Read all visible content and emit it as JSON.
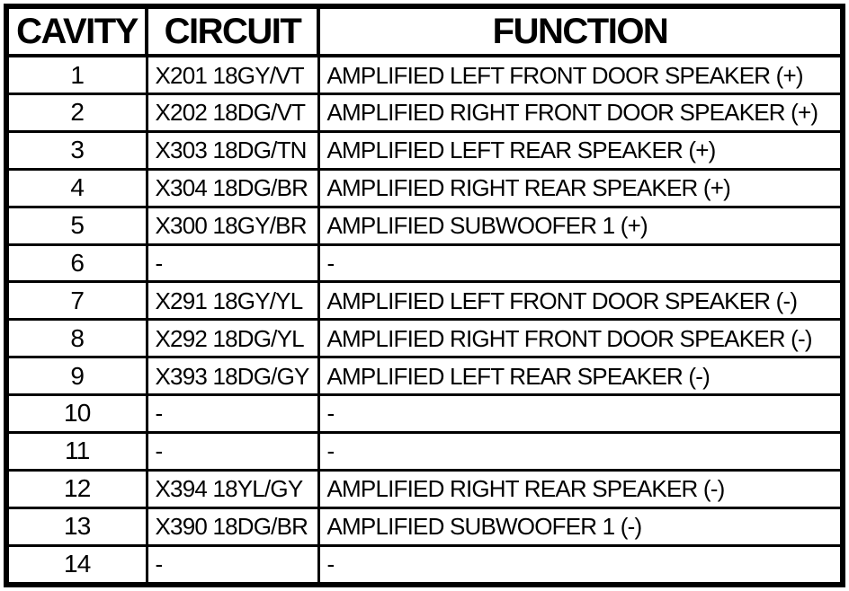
{
  "table": {
    "name": "connector-pinout-table",
    "columns": [
      "CAVITY",
      "CIRCUIT",
      "FUNCTION"
    ],
    "rows": [
      {
        "cavity": "1",
        "circuit": "X201 18GY/VT",
        "function": "AMPLIFIED LEFT FRONT DOOR SPEAKER (+)"
      },
      {
        "cavity": "2",
        "circuit": "X202 18DG/VT",
        "function": "AMPLIFIED RIGHT FRONT DOOR SPEAKER (+)"
      },
      {
        "cavity": "3",
        "circuit": "X303 18DG/TN",
        "function": "AMPLIFIED LEFT REAR SPEAKER (+)"
      },
      {
        "cavity": "4",
        "circuit": "X304 18DG/BR",
        "function": "AMPLIFIED RIGHT REAR SPEAKER (+)"
      },
      {
        "cavity": "5",
        "circuit": "X300 18GY/BR",
        "function": "AMPLIFIED SUBWOOFER 1 (+)"
      },
      {
        "cavity": "6",
        "circuit": "-",
        "function": "-"
      },
      {
        "cavity": "7",
        "circuit": "X291 18GY/YL",
        "function": "AMPLIFIED LEFT FRONT DOOR SPEAKER (-)"
      },
      {
        "cavity": "8",
        "circuit": "X292 18DG/YL",
        "function": "AMPLIFIED RIGHT FRONT DOOR SPEAKER (-)"
      },
      {
        "cavity": "9",
        "circuit": "X393 18DG/GY",
        "function": "AMPLIFIED LEFT REAR SPEAKER (-)"
      },
      {
        "cavity": "10",
        "circuit": "-",
        "function": "-"
      },
      {
        "cavity": "11",
        "circuit": "-",
        "function": "-"
      },
      {
        "cavity": "12",
        "circuit": "X394 18YL/GY",
        "function": "AMPLIFIED RIGHT REAR SPEAKER (-)"
      },
      {
        "cavity": "13",
        "circuit": "X390 18DG/BR",
        "function": "AMPLIFIED SUBWOOFER 1 (-)"
      },
      {
        "cavity": "14",
        "circuit": "-",
        "function": "-"
      }
    ],
    "colors": {
      "border": "#000000",
      "background": "#ffffff",
      "text": "#000000"
    }
  }
}
